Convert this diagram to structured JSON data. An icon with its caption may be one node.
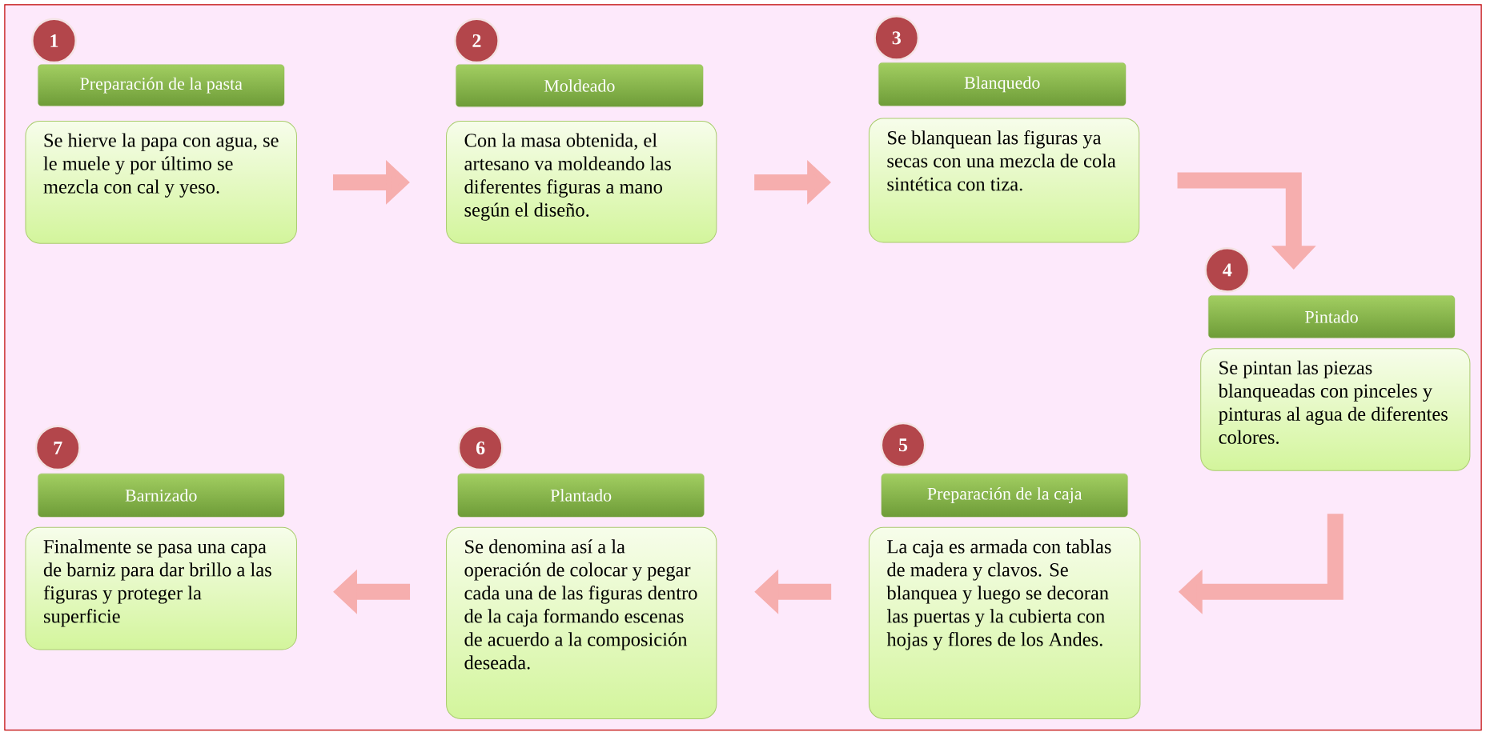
{
  "diagram": {
    "nodes": [
      {
        "text": [
          "1"
        ]
      },
      {
        "text": [
          "Preparación de la pasta"
        ]
      },
      {
        "text": [
          "Se hierve la papa con agua, se le muele y por último se mezcla con cal y yeso."
        ]
      },
      {
        "text": [
          "2"
        ]
      },
      {
        "text": [
          "Moldeado"
        ]
      },
      {
        "text": [
          "Con la masa obtenida, el artesano va moldeando las diferentes figuras a mano según el diseño."
        ]
      },
      {
        "text": [
          "3"
        ]
      },
      {
        "text": [
          "Blanquedo"
        ]
      },
      {
        "text": [
          "Se blanquean las figuras ya secas con una mezcla de cola sintética con tiza."
        ]
      },
      {
        "text": [
          "4"
        ]
      },
      {
        "text": [
          "Pintado"
        ]
      },
      {
        "text": [
          "Se pintan las piezas blanqueadas con pinceles y pinturas al agua de diferentes colores."
        ]
      },
      {
        "text": [
          "5"
        ]
      },
      {
        "text": [
          "Preparación de la caja"
        ]
      },
      {
        "text": [
          "La caja es armada con tablas de madera y clavos. Se blanquea y luego se decoran las puertas y la cubierta con hojas y flores de los Andes."
        ]
      },
      {
        "text": [
          "6"
        ]
      },
      {
        "text": [
          "Plantado"
        ]
      },
      {
        "text": [
          "Se denomina así a la operación de colocar y pegar cada una de las figuras dentro de la caja formando escenas de acuerdo a la composición deseada."
        ]
      },
      {
        "text": [
          "7"
        ]
      },
      {
        "text": [
          "Barnizado"
        ]
      },
      {
        "text": [
          "Finalmente se pasa una capa de barniz para dar brillo a las figuras y proteger la superficie"
        ]
      }
    ],
    "edges": [
      {
        "from": 2,
        "to": 5,
        "arrow": "to"
      },
      {
        "from": 5,
        "to": 8,
        "arrow": "to"
      },
      {
        "from": 8,
        "to": 10,
        "arrow": "to"
      },
      {
        "from": 11,
        "to": 14,
        "arrow": "to"
      },
      {
        "from": 14,
        "to": 17,
        "arrow": "to"
      },
      {
        "from": 17,
        "to": 20,
        "arrow": "to"
      }
    ]
  }
}
